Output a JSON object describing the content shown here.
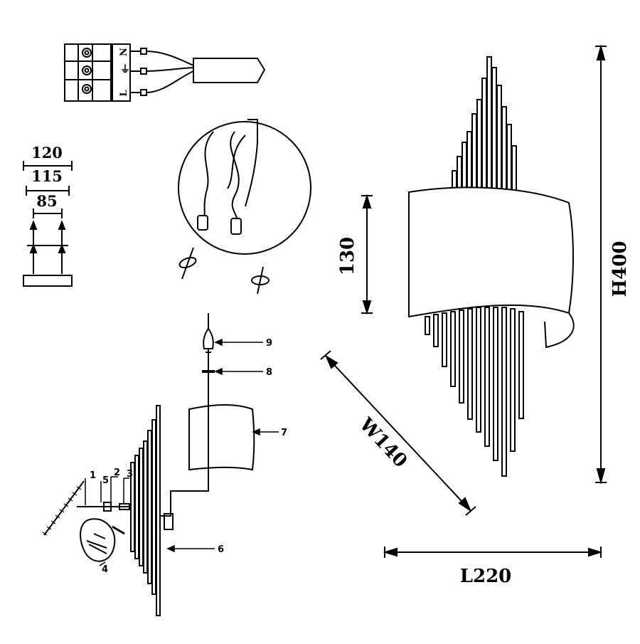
{
  "terminal_block": {
    "labels": [
      "N",
      "⏚",
      "L"
    ]
  },
  "mount_plate": {
    "dims": [
      "120",
      "115",
      "85"
    ]
  },
  "product": {
    "height": "H400",
    "shade_height": "130",
    "width": "W140",
    "length": "L220"
  },
  "parts": [
    "1",
    "2",
    "3",
    "4",
    "5",
    "6",
    "7",
    "8",
    "9"
  ],
  "colors": {
    "line": "#000000",
    "background": "#ffffff"
  }
}
